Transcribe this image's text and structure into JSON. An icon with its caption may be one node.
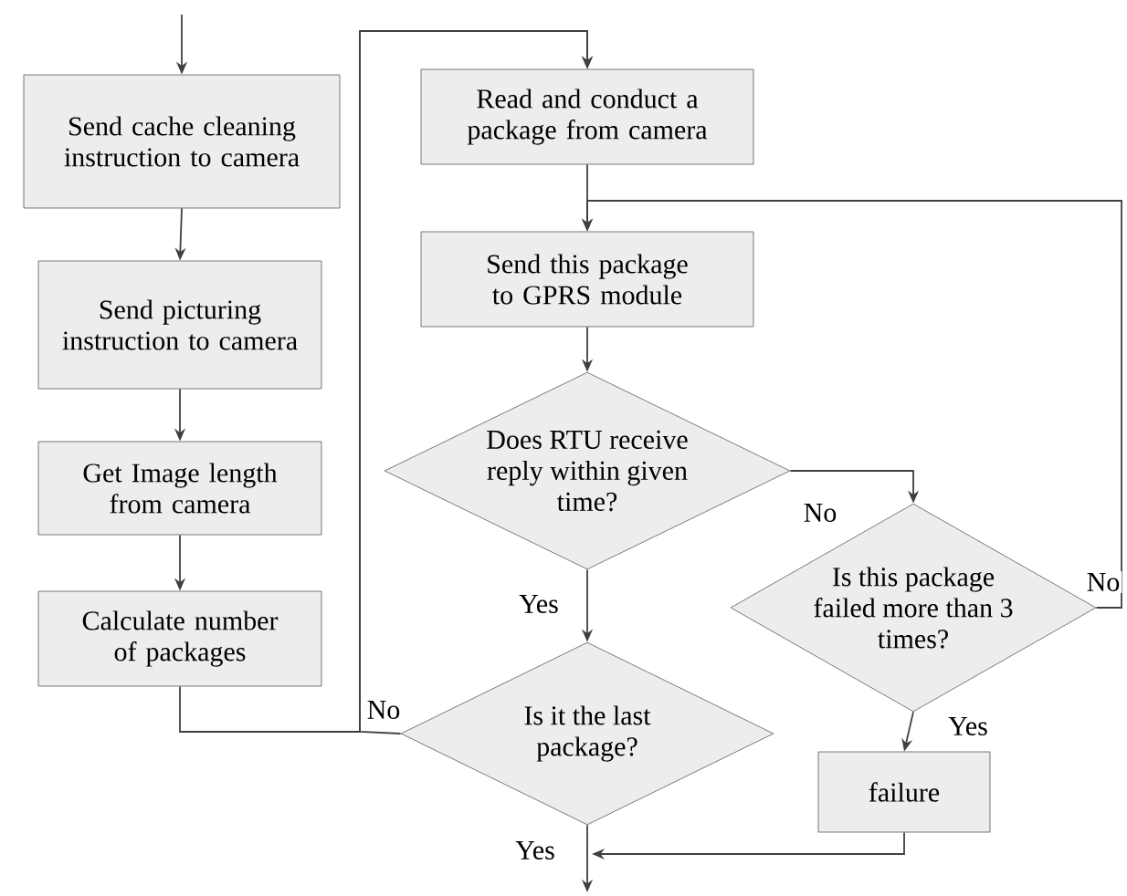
{
  "diagram": {
    "nodes": [
      {
        "text": [
          "Send cache cleaning instruction to camera"
        ]
      },
      {
        "text": [
          "Send picturing instruction to camera"
        ]
      },
      {
        "text": [
          "Get Image length from camera"
        ]
      },
      {
        "text": [
          "Calculate number of packages"
        ]
      },
      {
        "text": [
          "Read and conduct a package from camera"
        ]
      },
      {
        "text": [
          "Send this package to GPRS module"
        ]
      },
      {
        "text": [
          "Does RTU receive reply within given time?"
        ]
      },
      {
        "text": [
          "Is this package failed more than 3 times?"
        ]
      },
      {
        "text": [
          "Is it the last package?"
        ]
      },
      {
        "text": [
          "failure"
        ]
      }
    ],
    "edges": [
      {
        "from": null,
        "to": 0,
        "arrow": "to"
      },
      {
        "from": 0,
        "to": 1,
        "arrow": "to"
      },
      {
        "from": 1,
        "to": 2,
        "arrow": "to"
      },
      {
        "from": 2,
        "to": 3,
        "arrow": "to"
      },
      {
        "from": 3,
        "to": 4,
        "arrow": "to"
      },
      {
        "from": 4,
        "to": 5,
        "arrow": "to"
      },
      {
        "from": 5,
        "to": 6,
        "arrow": "to"
      },
      {
        "from": 6,
        "to": 7,
        "arrow": "to",
        "label": "No"
      },
      {
        "from": 6,
        "to": 8,
        "arrow": "to",
        "label": "Yes"
      },
      {
        "from": 7,
        "to": 9,
        "arrow": "to",
        "label": "Yes"
      },
      {
        "from": 7,
        "to": 5,
        "arrow": "to",
        "label": "No"
      },
      {
        "from": 8,
        "to": 4,
        "arrow": "to",
        "label": "No"
      },
      {
        "from": 8,
        "to": null,
        "arrow": "to",
        "label": "Yes"
      },
      {
        "from": 9,
        "to": null,
        "arrow": "to"
      }
    ]
  }
}
